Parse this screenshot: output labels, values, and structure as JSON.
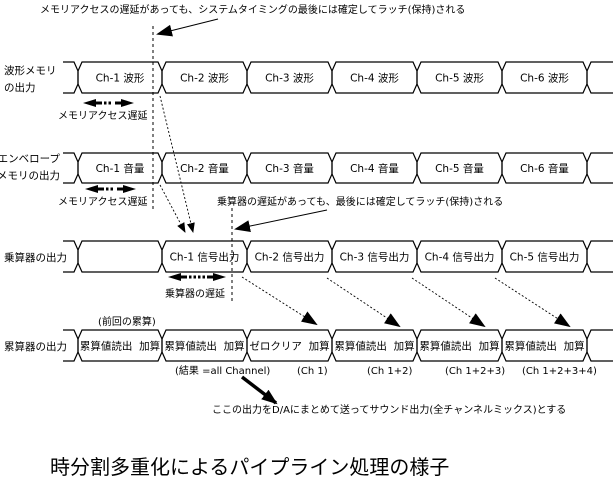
{
  "title": "時分割多重化によるパイプライン処理の様子",
  "colors": {
    "ink": "#000000",
    "background": "#ffffff"
  },
  "rows": [
    {
      "id": "waveform-memory",
      "label_lines": [
        "波形メモリ",
        "の出力"
      ],
      "cells": [
        "Ch-1 波形",
        "Ch-2 波形",
        "Ch-3 波形",
        "Ch-4 波形",
        "Ch-5 波形",
        "Ch-6 波形"
      ]
    },
    {
      "id": "envelope-memory",
      "label_lines": [
        "エンベロープ",
        "メモリの出力"
      ],
      "cells": [
        "Ch-1 音量",
        "Ch-2 音量",
        "Ch-3 音量",
        "Ch-4 音量",
        "Ch-5 音量",
        "Ch-6 音量"
      ]
    },
    {
      "id": "multiplier",
      "label_lines": [
        "乗算器の出力"
      ],
      "cells": [
        "",
        "Ch-1 信号出力",
        "Ch-2 信号出力",
        "Ch-3 信号出力",
        "Ch-4 信号出力",
        "Ch-5 信号出力"
      ]
    },
    {
      "id": "accumulator",
      "label_lines": [
        "累算器の出力"
      ],
      "cells": [
        "累算値読出  加算",
        "累算値読出  加算",
        "ゼロクリア  加算",
        "累算値読出  加算",
        "累算値読出  加算",
        "累算値読出  加算"
      ]
    }
  ],
  "annotations": {
    "memory_latch_note": "メモリアクセスの遅延があっても、システムタイミングの最後には確定してラッチ(保持)される",
    "memory_delay_waveform": "メモリアクセス遅延",
    "memory_delay_envelope": "メモリアクセス遅延",
    "multiplier_latch_note": "乗算器の遅延があっても、最後には確定してラッチ(保持)される",
    "multiplier_delay": "乗算器の遅延",
    "previous_accum": "(前回の累算)",
    "accum_results": [
      "(結果 =all Channel)",
      "(Ch 1)",
      "(Ch 1+2)",
      "(Ch 1+2+3)",
      "(Ch 1+2+3+4)"
    ],
    "output_note": "ここの出力をD/Aにまとめて送ってサウンド出力(全チャンネルミックス)とする"
  }
}
